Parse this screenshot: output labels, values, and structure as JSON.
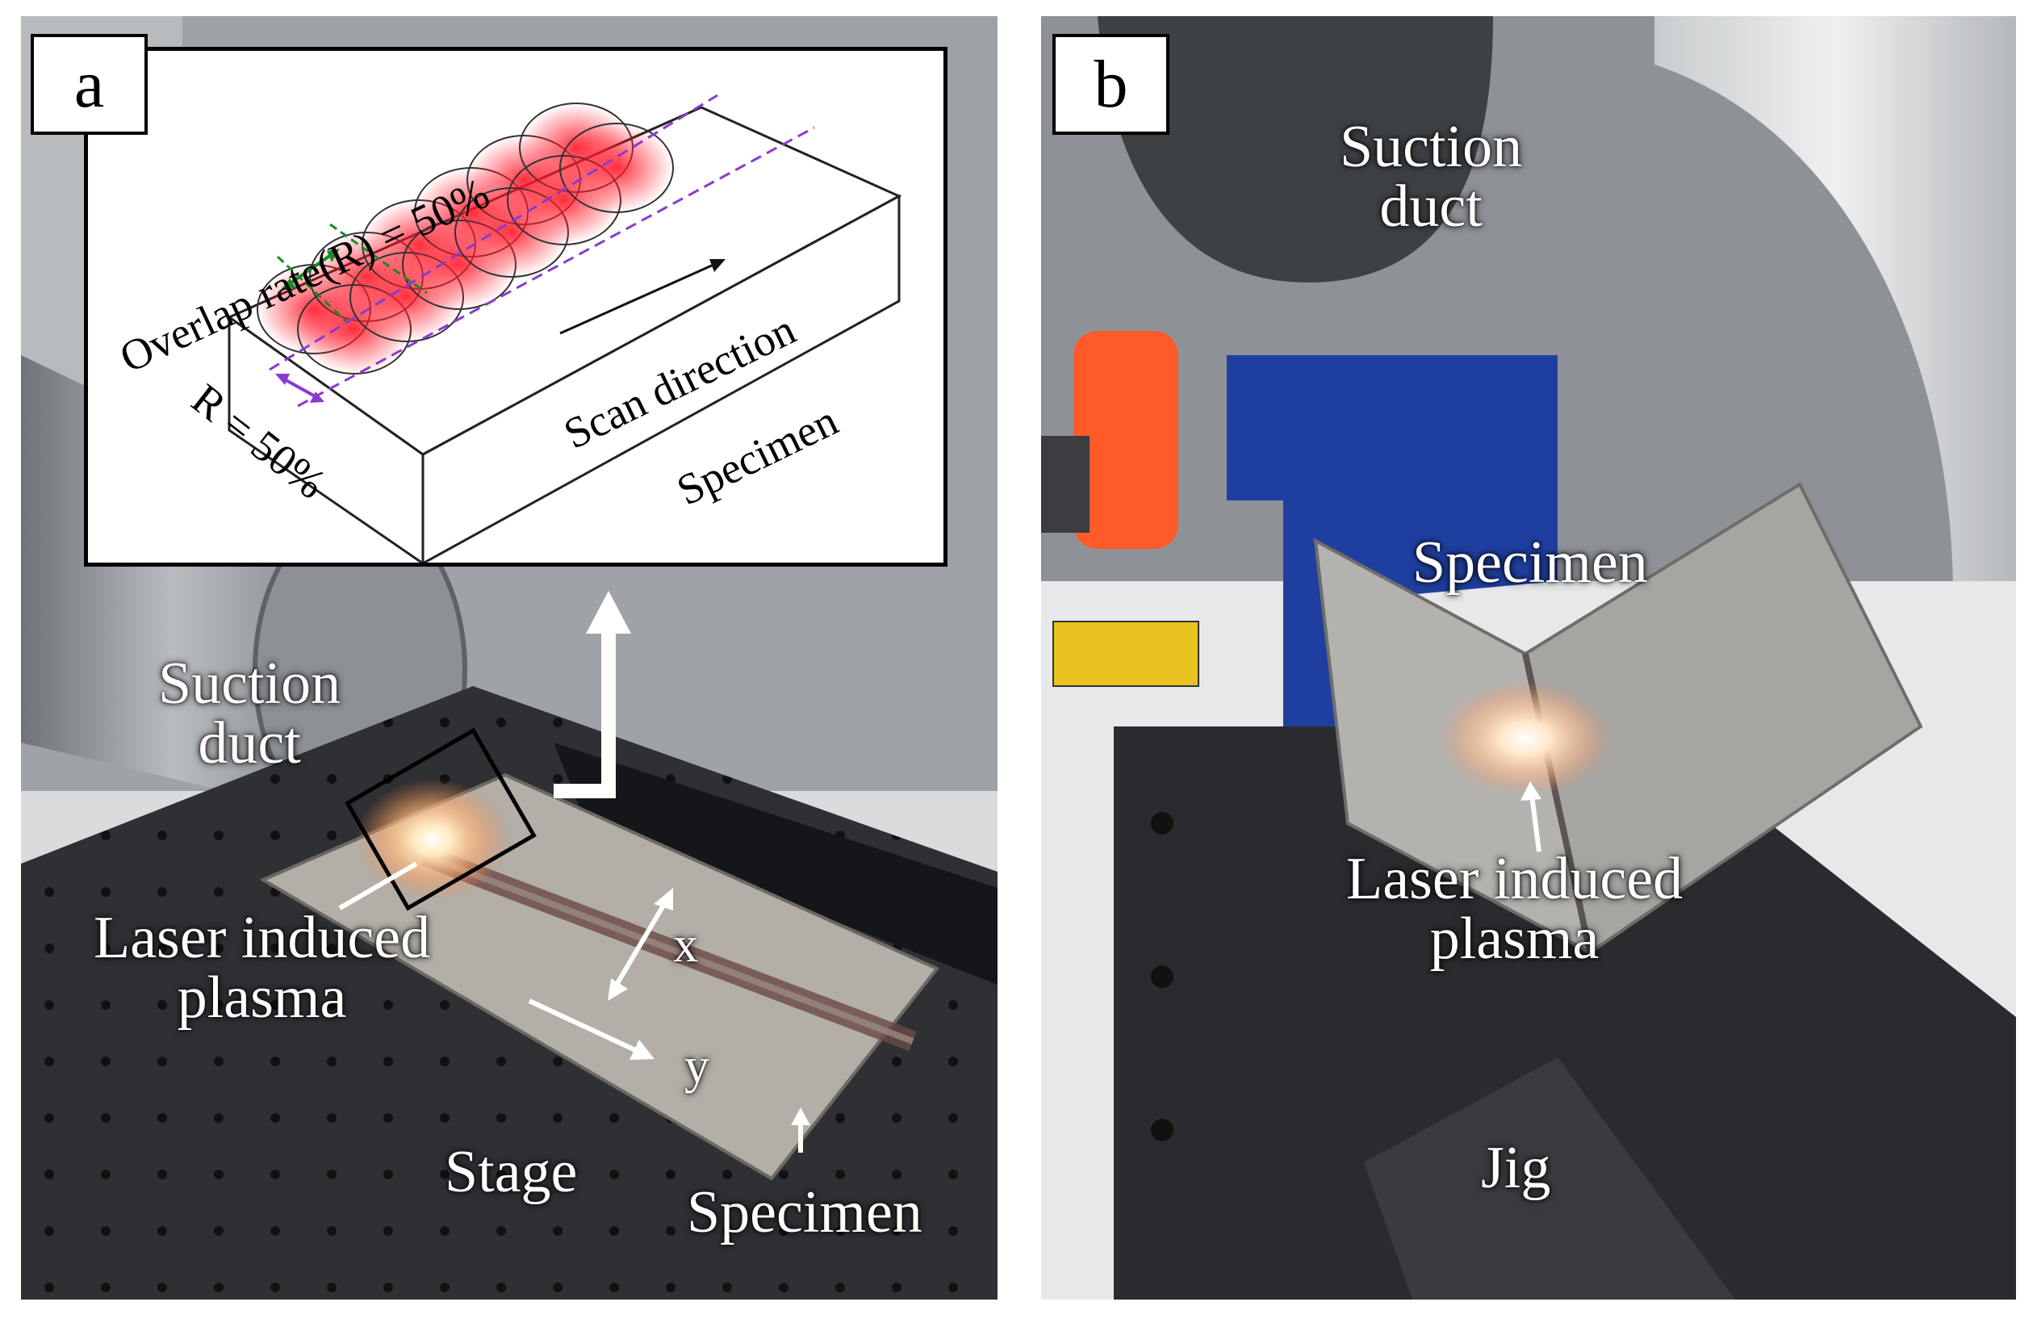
{
  "figure": {
    "panel_a": {
      "letter": "a",
      "inset": {
        "overlap_label": "Overlap rate(R) = 50%",
        "r_label": "R = 50%",
        "scan_direction": "Scan direction",
        "specimen": "Specimen"
      },
      "labels": {
        "suction_duct_line1": "Suction",
        "suction_duct_line2": "duct",
        "laser_line1": "Laser induced",
        "laser_line2": "plasma",
        "axis_x": "x",
        "axis_y": "y",
        "stage": "Stage",
        "specimen": "Specimen"
      }
    },
    "panel_b": {
      "letter": "b",
      "labels": {
        "suction_duct_line1": "Suction",
        "suction_duct_line2": "duct",
        "specimen": "Specimen",
        "laser_line1": "Laser induced",
        "laser_line2": "plasma",
        "jig": "Jig"
      }
    },
    "colors": {
      "spot_red": "#ff1a2a",
      "overlap_arrow": "#1a8a2a",
      "r_marker": "#8a3ad0",
      "orange_motor": "#ff5a2a",
      "blue_mount": "#1f3fa0"
    }
  }
}
